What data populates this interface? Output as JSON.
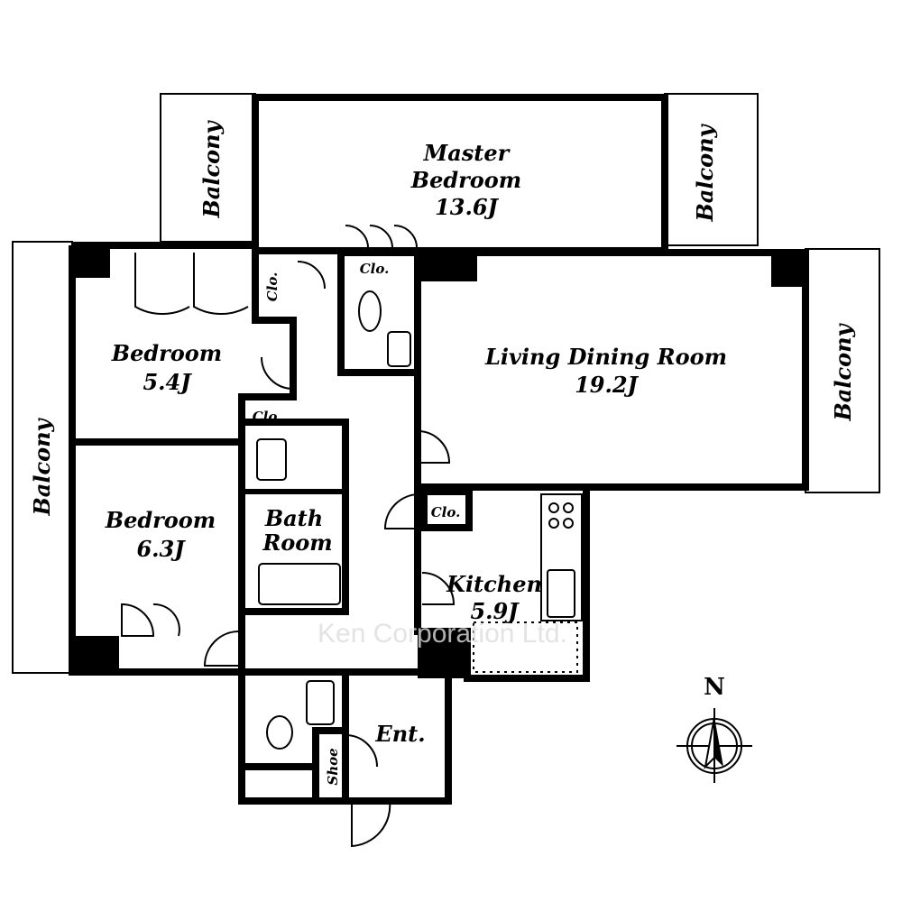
{
  "rooms": {
    "master_bedroom": {
      "name1": "Master",
      "name2": "Bedroom",
      "size": "13.6J"
    },
    "living_dining": {
      "name": "Living Dining Room",
      "size": "19.2J"
    },
    "bedroom1": {
      "name": "Bedroom",
      "size": "5.4J"
    },
    "bedroom2": {
      "name": "Bedroom",
      "size": "6.3J"
    },
    "bath": {
      "name1": "Bath",
      "name2": "Room"
    },
    "kitchen": {
      "name": "Kitchen",
      "size": "5.9J"
    },
    "entrance": {
      "name": "Ent."
    },
    "shoe": {
      "name": "Shoe"
    },
    "closet": "Clo.",
    "balcony": "Balcony"
  },
  "compass": {
    "label": "N"
  },
  "watermark": "Ken Corporation Ltd."
}
